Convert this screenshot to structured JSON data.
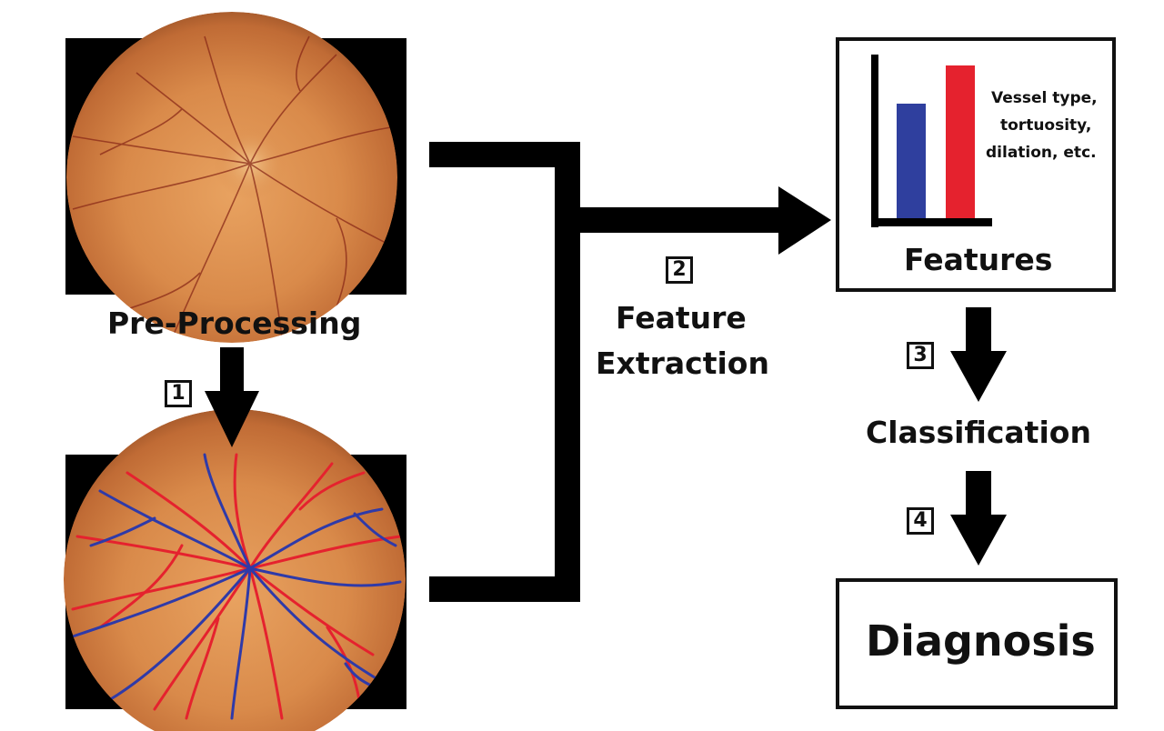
{
  "labels": {
    "pre_processing": "Pre-Processing",
    "feature_extraction_line1": "Feature",
    "feature_extraction_line2": "Extraction",
    "features": "Features",
    "classification": "Classification",
    "diagnosis": "Diagnosis",
    "vessel_line1": "Vessel type,",
    "vessel_line2": "tortuosity,",
    "vessel_line3": "dilation, etc."
  },
  "steps": [
    "1",
    "2",
    "3",
    "4"
  ],
  "chart_data": {
    "type": "bar",
    "categories": [
      "",
      ""
    ],
    "values": [
      0.75,
      1.0
    ],
    "colors": [
      "#2f3f9e",
      "#e5222e"
    ],
    "annotation": [
      "Vessel type,",
      "tortuosity,",
      "dilation, etc."
    ],
    "title": "Features",
    "xlabel": "",
    "ylabel": ""
  },
  "colors": {
    "artery_red": "#e5222e",
    "vein_blue": "#2f3aa8",
    "fundus_orange": "#d98a4a",
    "background_black": "#000000"
  }
}
